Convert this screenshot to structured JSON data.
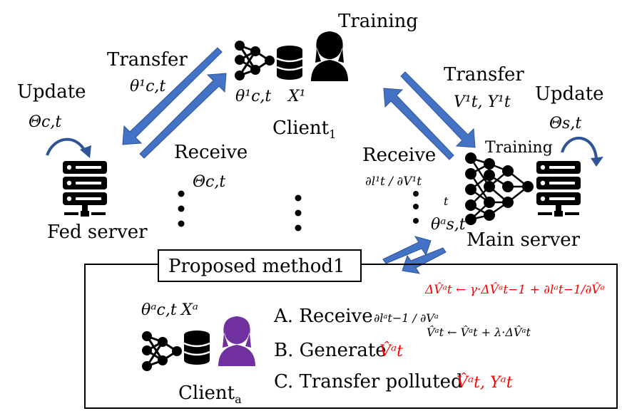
{
  "colors": {
    "arrow_blue": "#4472c4",
    "arrow_edge": "#2f5597",
    "text_black": "#000000",
    "red": "#ff0000",
    "purple": "#7030a0",
    "box_border": "#000000"
  },
  "icons": {
    "network": "neural-network-icon",
    "database": "database-icon",
    "person": "person-icon",
    "server": "server-icon",
    "cycle": "curved-arrow-icon",
    "ellipsis": "vertical-ellipsis-icon"
  },
  "labels": {
    "training_top": "Training",
    "training_main": "Training",
    "transfer_left": "Transfer",
    "transfer_right": "Transfer",
    "receive_left": "Receive",
    "receive_right": "Receive",
    "update_left": "Update",
    "update_right": "Update",
    "fed_server": "Fed server",
    "main_server": "Main server",
    "client1_base": "Client",
    "client1_sub": "1",
    "clienta_base": "Client",
    "clienta_sub": "a",
    "proposed": "Proposed method1",
    "step_a_prefix": "A. Receive ",
    "step_b_prefix": "B. Generate ",
    "step_c_prefix": "C. Transfer polluted "
  },
  "math": {
    "theta_c_t_1": "θ¹c,t",
    "Theta_c_t": "Θc,t",
    "Theta_s_t": "Θs,t",
    "x1": "X¹",
    "xa": "Xᵃ",
    "v1_y1": "V¹t, Y¹t",
    "grad_l1_v1": "∂l¹t / ∂V¹t",
    "theta_s_t_a": "θᵃs,t",
    "theta_c_t_a": "θᵃc,t",
    "t_sub": "t",
    "update_delta": "ΔV̂ᵃt ← γ·ΔV̂ᵃt−1 + ∂lᵃt−1/∂V̂ᵃ",
    "grad_la_va": "∂lᵃt−1 / ∂Vᵃ",
    "update_v": "V̂ᵃt ← V̂ᵃt + λ·ΔV̂ᵃt",
    "v_hat": "V̂ᵃt",
    "v_hat_y": "V̂ᵃt, Yᵃt"
  }
}
